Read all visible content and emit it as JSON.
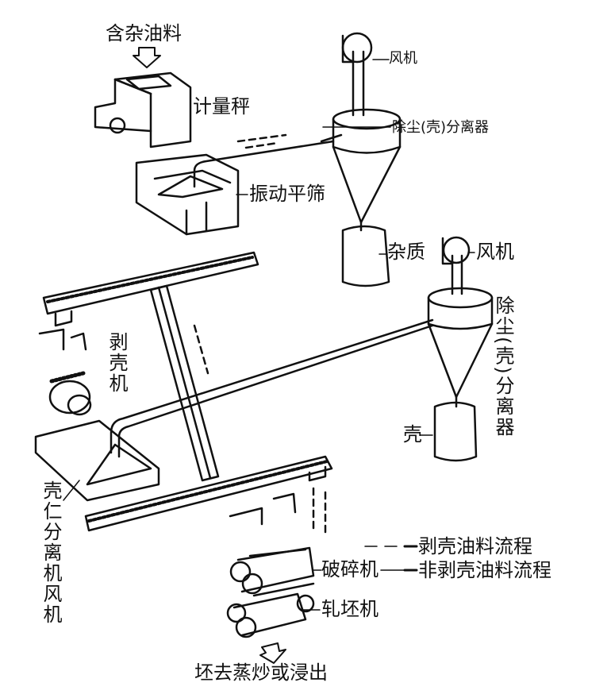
{
  "labels": {
    "input_material": "含杂油料",
    "weigher": "计量秤",
    "fan_1": "风机",
    "cyclone_1": "除尘(壳)分离器",
    "vibrating_screen": "振动平筛",
    "impurities": "杂质",
    "fan_2": "风机",
    "cyclone_2": "除尘(壳)分离器",
    "sheller": "剥壳机",
    "shell": "壳",
    "separator_fan": "壳仁分离机风机",
    "crusher": "破碎机",
    "flaker": "轧坯机",
    "output": "坯去蒸炒或浸出"
  },
  "legend": {
    "dashed": "剥壳油料流程",
    "solid": "非剥壳油料流程"
  }
}
